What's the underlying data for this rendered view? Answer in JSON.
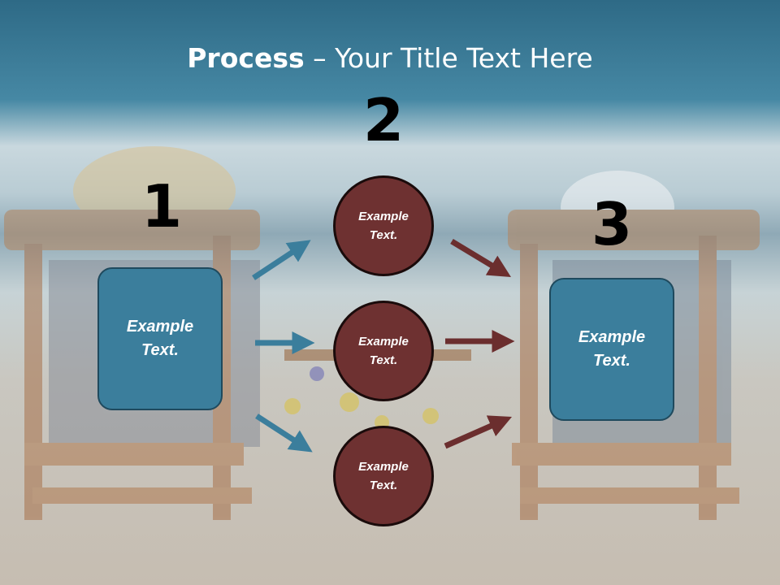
{
  "title": {
    "bold": "Process",
    "rest": " – Your Title Text Here"
  },
  "numbers": [
    "1",
    "2",
    "3"
  ],
  "boxes": {
    "left": "Example Text.",
    "right": "Example Text."
  },
  "circles": [
    "Example Text.",
    "Example Text.",
    "Example Text."
  ],
  "colors": {
    "box": "#3b7e9c",
    "circle": "#6e3131",
    "arrow_blue": "#3b7e9c",
    "arrow_red": "#6b2e2e"
  }
}
